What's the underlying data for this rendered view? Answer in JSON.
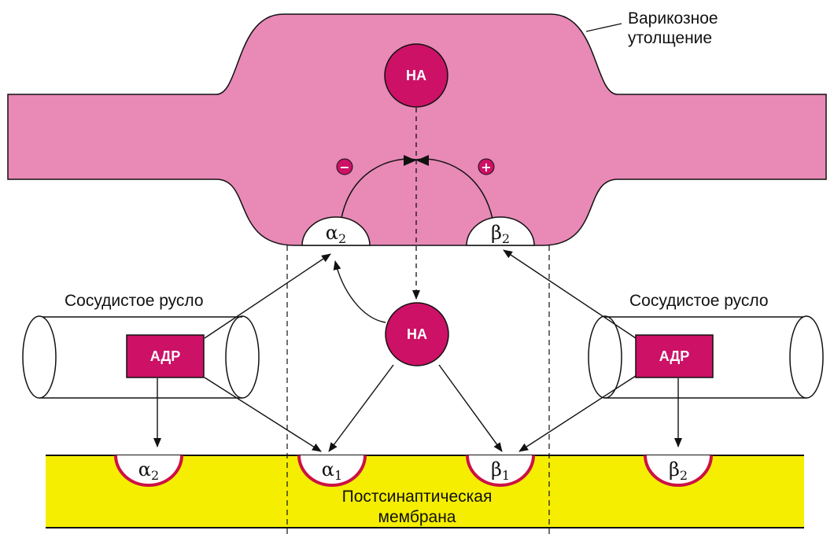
{
  "colors": {
    "presynaptic": "#e889b6",
    "molecule": "#cc1166",
    "membrane": "#f5ee00",
    "receptor_border": "#cc1144",
    "line": "#111111"
  },
  "labels": {
    "varicose_line1": "Варикозное",
    "varicose_line2": "утолщение",
    "vessel_left": "Сосудистое русло",
    "vessel_right": "Сосудистое русло",
    "membrane_line1": "Постсинаптическая",
    "membrane_line2": "мембрана"
  },
  "molecules": {
    "na_top": "НА",
    "na_center": "НА",
    "adr_left": "АДР",
    "adr_right": "АДР"
  },
  "signs": {
    "minus": "−",
    "plus": "+"
  },
  "receptors": {
    "pre_alpha2": {
      "letter": "α",
      "sub": "2"
    },
    "pre_beta2": {
      "letter": "β",
      "sub": "2"
    },
    "post_alpha2": {
      "letter": "α",
      "sub": "2"
    },
    "post_alpha1": {
      "letter": "α",
      "sub": "1"
    },
    "post_beta1": {
      "letter": "β",
      "sub": "1"
    },
    "post_beta2": {
      "letter": "β",
      "sub": "2"
    }
  }
}
